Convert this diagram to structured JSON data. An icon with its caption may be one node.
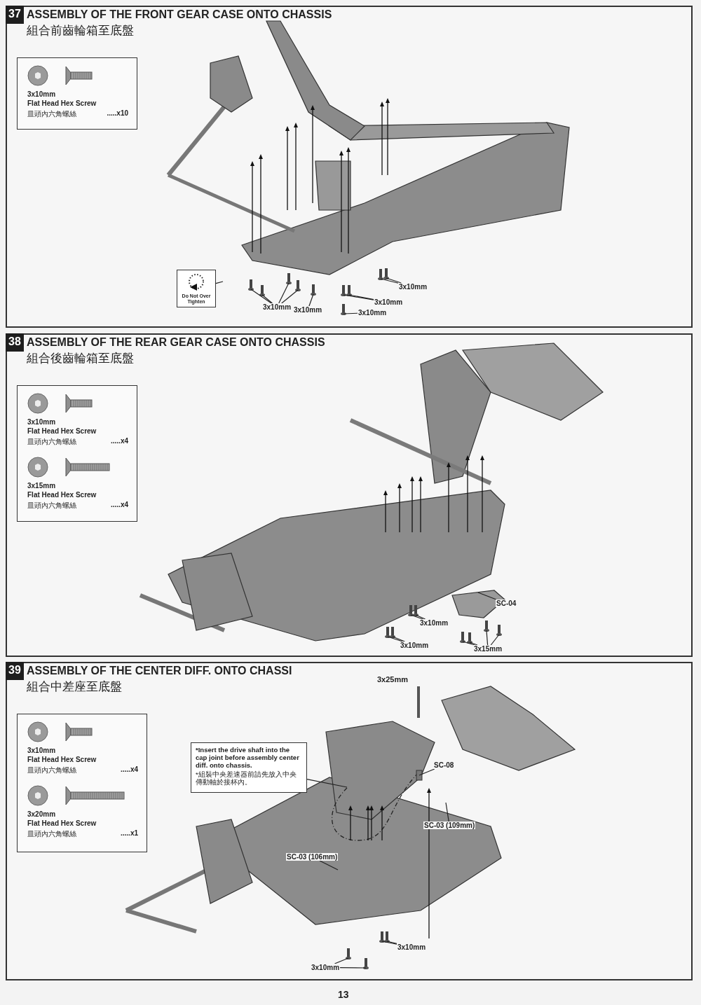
{
  "diagram": {
    "nodes": [
      {
        "text": [
          "ASSEMBLY OF THE FRONT GEAR CASE ONTO CHASSIS",
          "組合前齒輪箱至底盤"
        ]
      },
      {
        "text": [
          "37"
        ],
        "in": 0
      },
      {
        "text": [
          "3x10mm",
          "Flat Head Hex Screw",
          "皿頭內六角螺絲",
          ".....x10"
        ],
        "in": 0
      },
      {
        "text": [
          "Do Not Over Tighten"
        ],
        "in": 0
      },
      {
        "text": [
          "3x10mm"
        ],
        "in": 0
      },
      {
        "text": [
          "3x10mm"
        ],
        "in": 0
      },
      {
        "text": [
          "3x10mm"
        ],
        "in": 0
      },
      {
        "text": [
          "3x10mm"
        ],
        "in": 0
      },
      {
        "text": [
          "3x10mm"
        ],
        "in": 0
      },
      {
        "text": [
          "ASSEMBLY OF THE REAR GEAR CASE ONTO CHASSIS",
          "組合後齒輪箱至底盤"
        ]
      },
      {
        "text": [
          "38"
        ],
        "in": 9
      },
      {
        "text": [
          "3x10mm",
          "Flat Head Hex Screw",
          "皿頭內六角螺絲",
          ".....x4",
          "3x15mm",
          "Flat Head Hex Screw",
          "皿頭內六角螺絲",
          ".....x4"
        ],
        "in": 9
      },
      {
        "text": [
          "SC-04"
        ],
        "in": 9
      },
      {
        "text": [
          "3x10mm"
        ],
        "in": 9
      },
      {
        "text": [
          "3x10mm"
        ],
        "in": 9
      },
      {
        "text": [
          "3x15mm"
        ],
        "in": 9
      },
      {
        "text": [
          "ASSEMBLY OF THE CENTER DIFF. ONTO CHASSI",
          "組合中差座至底盤"
        ]
      },
      {
        "text": [
          "39"
        ],
        "in": 16
      },
      {
        "text": [
          "3x10mm",
          "Flat Head Hex Screw",
          "皿頭內六角螺絲",
          ".....x4",
          "3x20mm",
          "Flat Head Hex Screw",
          "皿頭內六角螺絲",
          ".....x1"
        ],
        "in": 16
      },
      {
        "text": [
          "*Insert the drive shaft into the cap joint before assembly center diff. onto chassis.",
          "*組裝中央差速器前請先放入中央傳動軸於接杯內。"
        ],
        "in": 16
      },
      {
        "text": [
          "SC-08"
        ],
        "in": 16
      },
      {
        "text": [
          "SC-03 (109mm)"
        ],
        "in": 16
      },
      {
        "text": [
          "SC-03 (106mm)"
        ],
        "in": 16
      },
      {
        "text": [
          "3x10mm"
        ],
        "in": 16
      },
      {
        "text": [
          "3x10mm"
        ],
        "in": 16
      }
    ],
    "edges": [
      {
        "from": 3,
        "to": null,
        "arrow": "none"
      },
      {
        "from": 4,
        "to": null,
        "arrow": "none"
      },
      {
        "from": 4,
        "to": null,
        "arrow": "none"
      },
      {
        "from": 5,
        "to": null,
        "arrow": "none"
      },
      {
        "from": 5,
        "to": null,
        "arrow": "none"
      },
      {
        "from": 6,
        "to": null,
        "arrow": "none"
      },
      {
        "from": 6,
        "to": null,
        "arrow": "none"
      },
      {
        "from": 6,
        "to": null,
        "arrow": "none"
      },
      {
        "from": 6,
        "to": null,
        "arrow": "none"
      },
      {
        "from": 7,
        "to": null,
        "arrow": "none"
      },
      {
        "from": 8,
        "to": null,
        "arrow": "none"
      },
      {
        "from": 12,
        "to": null,
        "arrow": "none"
      },
      {
        "from": 13,
        "to": null,
        "arrow": "none"
      },
      {
        "from": 13,
        "to": null,
        "arrow": "none"
      },
      {
        "from": 14,
        "to": null,
        "arrow": "none"
      },
      {
        "from": 14,
        "to": null,
        "arrow": "none"
      },
      {
        "from": 15,
        "to": null,
        "arrow": "none"
      },
      {
        "from": 15,
        "to": null,
        "arrow": "none"
      },
      {
        "from": 15,
        "to": null,
        "arrow": "none"
      },
      {
        "from": 15,
        "to": null,
        "arrow": "none"
      },
      {
        "from": 19,
        "to": null,
        "arrow": "none"
      },
      {
        "from": 20,
        "to": null,
        "arrow": "none"
      },
      {
        "from": 21,
        "to": null,
        "arrow": "none"
      },
      {
        "from": 22,
        "to": null,
        "arrow": "none"
      },
      {
        "from": 23,
        "to": null,
        "arrow": "none"
      },
      {
        "from": 23,
        "to": null,
        "arrow": "none"
      },
      {
        "from": 24,
        "to": null,
        "arrow": "none"
      },
      {
        "from": 24,
        "to": null,
        "arrow": "none"
      }
    ],
    "labels": [
      "3x25mm",
      "13"
    ]
  }
}
